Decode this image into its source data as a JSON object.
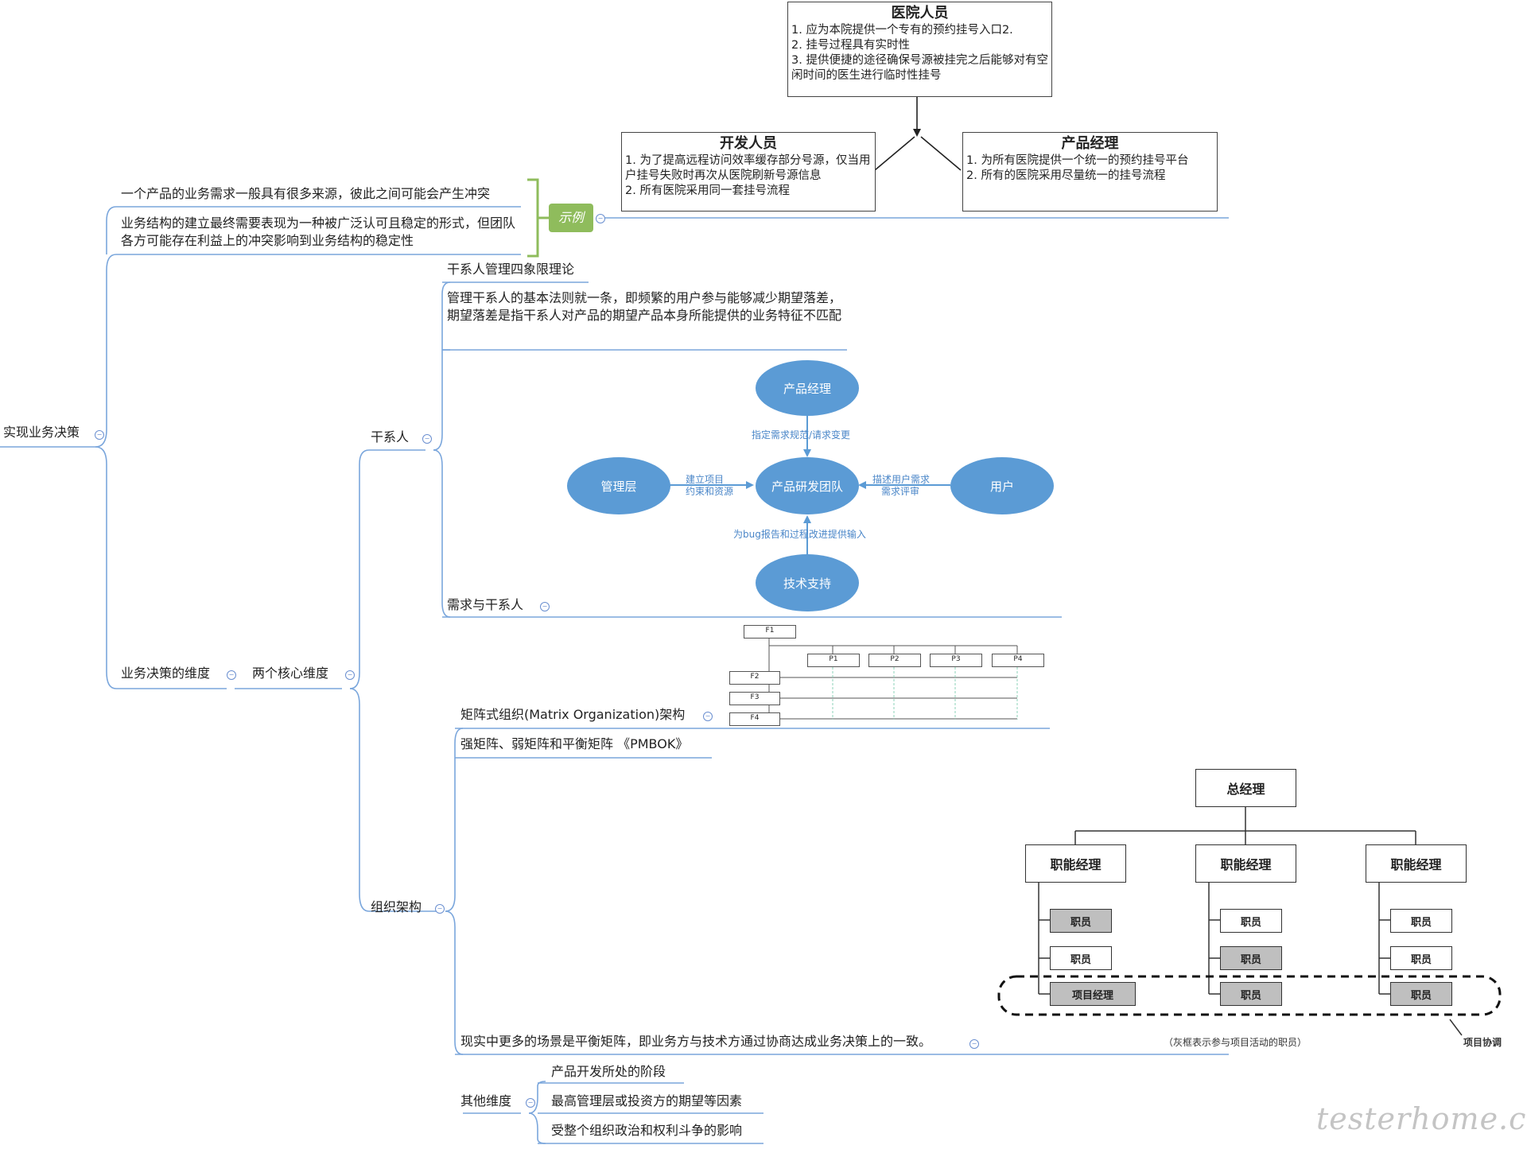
{
  "root": {
    "label": "实现业务决策"
  },
  "branch1": {
    "items": [
      "一个产品的业务需求一般具有很多来源，彼此之间可能会产生冲突",
      "业务结构的建立最终需要表现为一种被广泛认可且稳定的形式，但团队各方可能存在利益上的冲突影响到业务结构的稳定性"
    ],
    "example_tag": "示例",
    "example": {
      "hospital": {
        "title": "医院人员",
        "lines": [
          "1. 应为本院提供一个专有的预约挂号入口2.",
          "2. 挂号过程具有实时性",
          "3. 提供便捷的途径确保号源被挂完之后能够对有空闲时间的医生进行临时性挂号"
        ]
      },
      "developer": {
        "title": "开发人员",
        "lines": [
          "1. 为了提高远程访问效率缓存部分号源，仅当用户挂号失败时再次从医院刷新号源信息",
          "2. 所有医院采用同一套挂号流程"
        ]
      },
      "pm": {
        "title": "产品经理",
        "lines": [
          "1. 为所有医院提供一个统一的预约挂号平台",
          "2. 所有的医院采用尽量统一的挂号流程"
        ]
      }
    }
  },
  "branch2": {
    "label": "业务决策的维度",
    "core": {
      "label": "两个核心维度"
    },
    "stakeholder": {
      "label": "干系人",
      "theory": "干系人管理四象限理论",
      "principle": "管理干系人的基本法则就一条，即频繁的用户参与能够减少期望落差，期望落差是指干系人对产品的期望产品本身所能提供的业务特征不匹配",
      "need": "需求与干系人",
      "diagram": {
        "center": "产品研发团队",
        "top": "产品经理",
        "left": "管理层",
        "right": "用户",
        "bottom": "技术支持",
        "top_edge": "指定需求规范/请求变更",
        "left_edge": [
          "建立项目",
          "约束和资源"
        ],
        "right_edge": [
          "描述用户需求",
          "需求评审"
        ],
        "bottom_edge": "为bug报告和过程改进提供输入"
      }
    },
    "org": {
      "label": "组织架构",
      "matrix": "矩阵式组织(Matrix Organization)架构",
      "matrix_diagram": {
        "top": "F1",
        "projects": [
          "P1",
          "P2",
          "P3",
          "P4"
        ],
        "functions": [
          "F2",
          "F3",
          "F4"
        ]
      },
      "types": "强矩阵、弱矩阵和平衡矩阵 《PMBOK》",
      "reality": "现实中更多的场景是平衡矩阵，即业务方与技术方通过协商达成业务决策上的一致。",
      "chart": {
        "ceo": "总经理",
        "managers": [
          "职能经理",
          "职能经理",
          "职能经理"
        ],
        "col1": [
          "职员",
          "职员",
          "项目经理"
        ],
        "col2": [
          "职员",
          "职员",
          "职员"
        ],
        "col3": [
          "职员",
          "职员",
          "职员"
        ],
        "coord": "项目协调",
        "note": "（灰框表示参与项目活动的职员）"
      }
    },
    "other": {
      "label": "其他维度",
      "items": [
        "产品开发所处的阶段",
        "最高管理层或投资方的期望等因素",
        "受整个组织政治和权利斗争的影响"
      ]
    }
  },
  "watermark": "testerhome.com"
}
